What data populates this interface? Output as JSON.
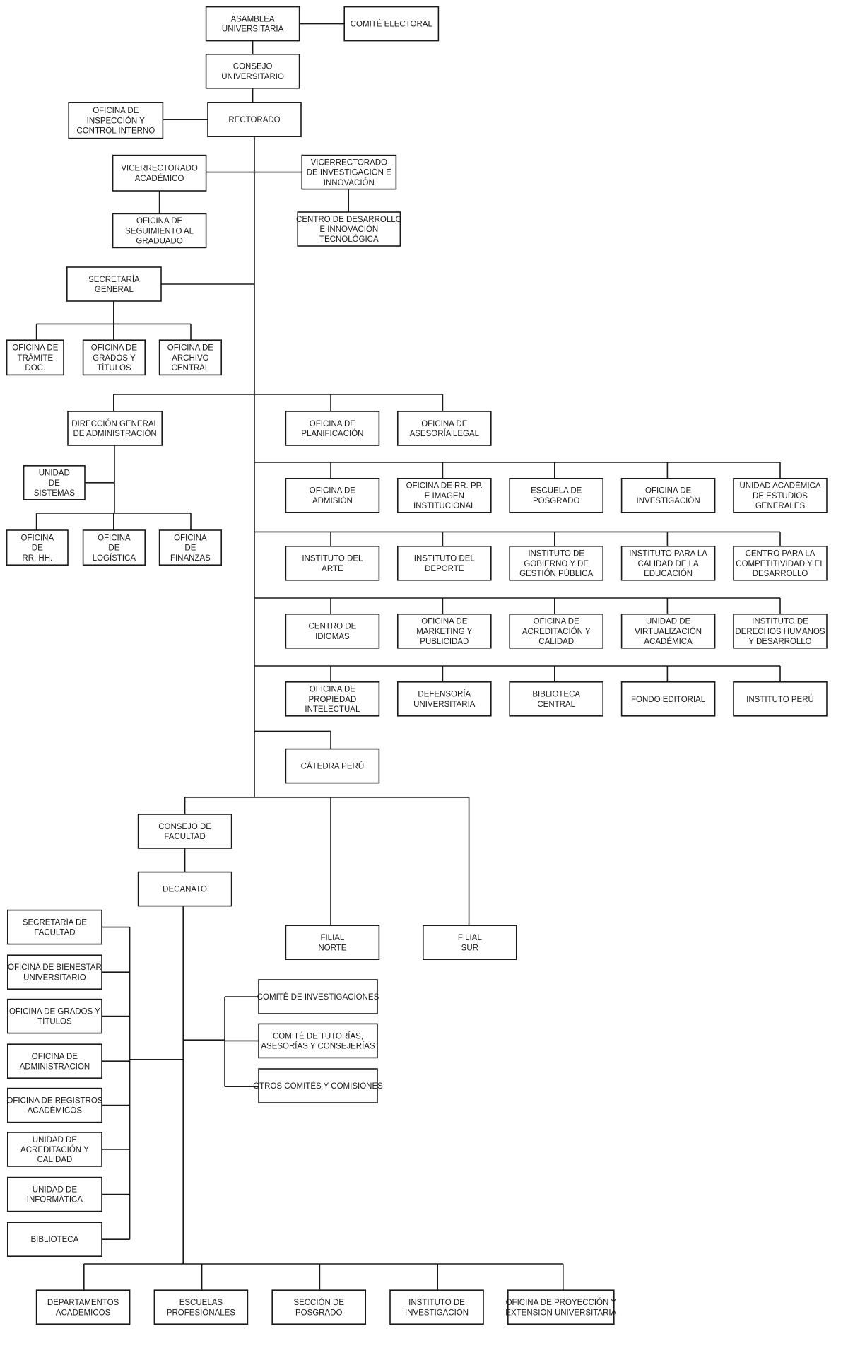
{
  "nodes": {
    "asamblea": [
      "ASAMBLEA",
      "UNIVERSITARIA"
    ],
    "comite_electoral": [
      "COMITÉ ELECTORAL"
    ],
    "consejo_univ": [
      "CONSEJO",
      "UNIVERSITARIO"
    ],
    "rectorado": [
      "RECTORADO"
    ],
    "oci": [
      "OFICINA DE",
      "INSPECCIÓN Y",
      "CONTROL INTERNO"
    ],
    "vice_acad": [
      "VICERRECTORADO",
      "ACADÉMICO"
    ],
    "vice_inv": [
      "VICERRECTORADO",
      "DE INVESTIGACIÓN E",
      "INNOVACIÓN"
    ],
    "seg_graduado": [
      "OFICINA DE",
      "SEGUIMIENTO AL",
      "GRADUADO"
    ],
    "centro_desarrollo": [
      "CENTRO DE DESARROLLO",
      "E INNOVACIÓN",
      "TECNOLÓGICA"
    ],
    "sec_general": [
      "SECRETARÍA",
      "GENERAL"
    ],
    "tramite": [
      "OFICINA DE",
      "TRÁMITE",
      "DOC."
    ],
    "grados": [
      "OFICINA DE",
      "GRADOS Y",
      "TÍTULOS"
    ],
    "archivo": [
      "OFICINA DE",
      "ARCHIVO",
      "CENTRAL"
    ],
    "dga": [
      "DIRECCIÓN GENERAL",
      "DE ADMINISTRACIÓN"
    ],
    "planificacion": [
      "OFICINA DE",
      "PLANIFICACIÓN"
    ],
    "asesoria": [
      "OFICINA DE",
      "ASESORÍA LEGAL"
    ],
    "sistemas": [
      "UNIDAD",
      "DE",
      "SISTEMAS"
    ],
    "rrhh": [
      "OFICINA",
      "DE",
      "RR. HH."
    ],
    "logistica": [
      "OFICINA",
      "DE",
      "LOGÍSTICA"
    ],
    "finanzas": [
      "OFICINA",
      "DE",
      "FINANZAS"
    ],
    "admision": [
      "OFICINA DE",
      "ADMISIÓN"
    ],
    "rrpp": [
      "OFICINA DE RR. PP.",
      "E IMAGEN",
      "INSTITUCIONAL"
    ],
    "posgrado": [
      "ESCUELA DE",
      "POSGRADO"
    ],
    "investigacion": [
      "OFICINA DE",
      "INVESTIGACIÓN"
    ],
    "estudios_generales": [
      "UNIDAD ACADÉMICA",
      "DE ESTUDIOS",
      "GENERALES"
    ],
    "arte": [
      "INSTITUTO DEL",
      "ARTE"
    ],
    "deporte": [
      "INSTITUTO DEL",
      "DEPORTE"
    ],
    "gobierno": [
      "INSTITUTO DE",
      "GOBIERNO Y DE",
      "GESTIÓN PÚBLICA"
    ],
    "calidad_edu": [
      "INSTITUTO PARA LA",
      "CALIDAD DE LA",
      "EDUCACIÓN"
    ],
    "competitividad": [
      "CENTRO PARA LA",
      "COMPETITIVIDAD Y EL",
      "DESARROLLO"
    ],
    "idiomas": [
      "CENTRO DE",
      "IDIOMAS"
    ],
    "marketing": [
      "OFICINA DE",
      "MARKETING Y",
      "PUBLICIDAD"
    ],
    "acreditacion": [
      "OFICINA DE",
      "ACREDITACIÓN Y",
      "CALIDAD"
    ],
    "virtualizacion": [
      "UNIDAD DE",
      "VIRTUALIZACIÓN",
      "ACADÉMICA"
    ],
    "ddhh": [
      "INSTITUTO DE",
      "DERECHOS HUMANOS",
      "Y DESARROLLO"
    ],
    "propiedad": [
      "OFICINA DE",
      "PROPIEDAD",
      "INTELECTUAL"
    ],
    "defensoria": [
      "DEFENSORÍA",
      "UNIVERSITARIA"
    ],
    "biblioteca_central": [
      "BIBLIOTECA",
      "CENTRAL"
    ],
    "fondo": [
      "FONDO EDITORIAL"
    ],
    "inst_peru": [
      "INSTITUTO PERÚ"
    ],
    "catedra": [
      "CÁTEDRA PERÚ"
    ],
    "consejo_fac": [
      "CONSEJO DE",
      "FACULTAD"
    ],
    "decanato": [
      "DECANATO"
    ],
    "filial_norte": [
      "FILIAL",
      "NORTE"
    ],
    "filial_sur": [
      "FILIAL",
      "SUR"
    ],
    "sec_facultad": [
      "SECRETARÍA DE",
      "FACULTAD"
    ],
    "bienestar": [
      "OFICINA DE BIENESTAR",
      "UNIVERSITARIO"
    ],
    "grados_fac": [
      "OFICINA DE GRADOS Y",
      "TÍTULOS"
    ],
    "admin_fac": [
      "OFICINA DE",
      "ADMINISTRACIÓN"
    ],
    "registros": [
      "OFICINA DE REGISTROS",
      "ACADÉMICOS"
    ],
    "acreditacion_fac": [
      "UNIDAD DE",
      "ACREDITACIÓN Y",
      "CALIDAD"
    ],
    "informatica": [
      "UNIDAD DE",
      "INFORMÁTICA"
    ],
    "biblioteca_fac": [
      "BIBLIOTECA"
    ],
    "comite_inv": [
      "COMITÉ DE INVESTIGACIONES"
    ],
    "comite_tutorias": [
      "COMITÉ DE TUTORÍAS,",
      "ASESORÍAS Y CONSEJERÍAS"
    ],
    "otros_comites": [
      "OTROS COMITÉS Y COMISIONES"
    ],
    "departamentos": [
      "DEPARTAMENTOS",
      "ACADÉMICOS"
    ],
    "escuelas": [
      "ESCUELAS",
      "PROFESIONALES"
    ],
    "seccion_posgrado": [
      "SECCIÓN DE",
      "POSGRADO"
    ],
    "inst_investigacion": [
      "INSTITUTO DE",
      "INVESTIGACIÓN"
    ],
    "proyeccion": [
      "OFICINA DE PROYECCIÓN Y",
      "EXTENSIÓN UNIVERSITARIA"
    ]
  }
}
